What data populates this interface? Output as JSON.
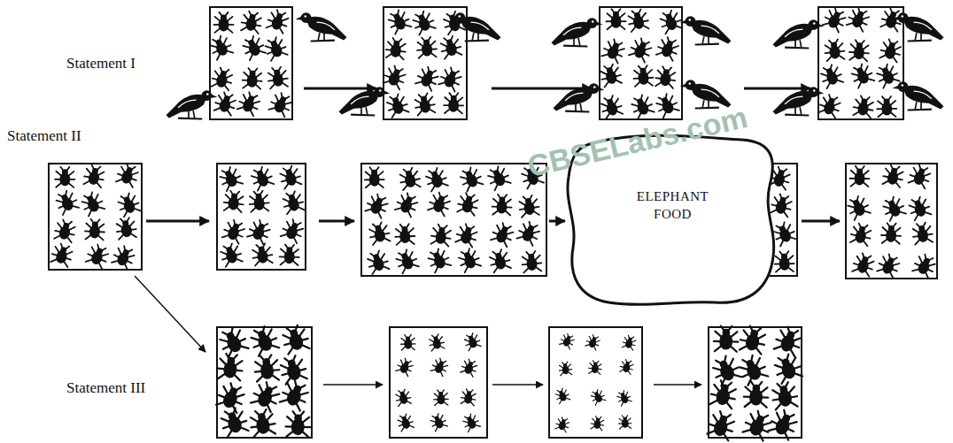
{
  "diagram": {
    "nodes": [
      {
        "text": [
          "ELEPHANT FOOD"
        ]
      }
    ],
    "labels": [
      "Statement I",
      "Statement II",
      "Statement III",
      "CBSELabs.com"
    ]
  }
}
